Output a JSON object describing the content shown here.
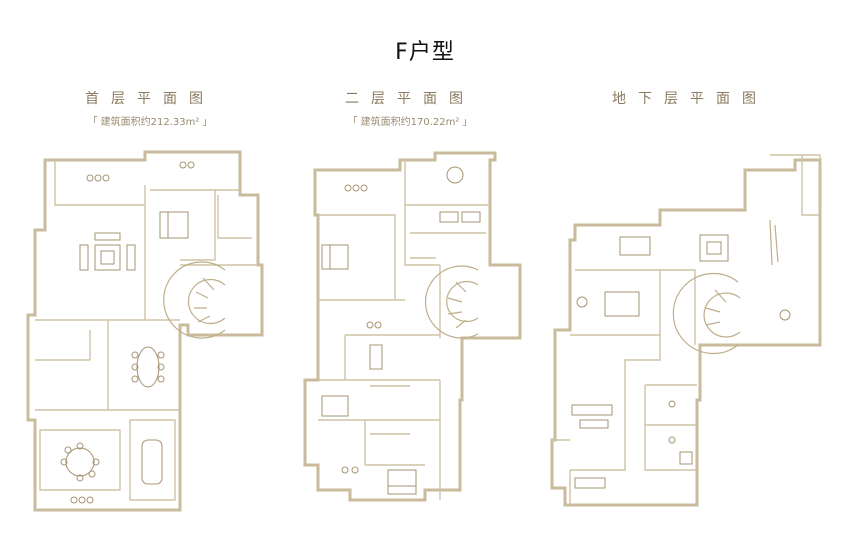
{
  "page": {
    "title": "F户型"
  },
  "plans": [
    {
      "name": "首层平面图",
      "area": "「 建筑面积约212.33m² 」"
    },
    {
      "name": "二层平面图",
      "area": "「 建筑面积约170.22m² 」"
    },
    {
      "name": "地下层平面图",
      "area": ""
    }
  ],
  "colors": {
    "wall": "#c9bb9b",
    "furniture": "#a69572",
    "label": "#8a7a5e"
  }
}
